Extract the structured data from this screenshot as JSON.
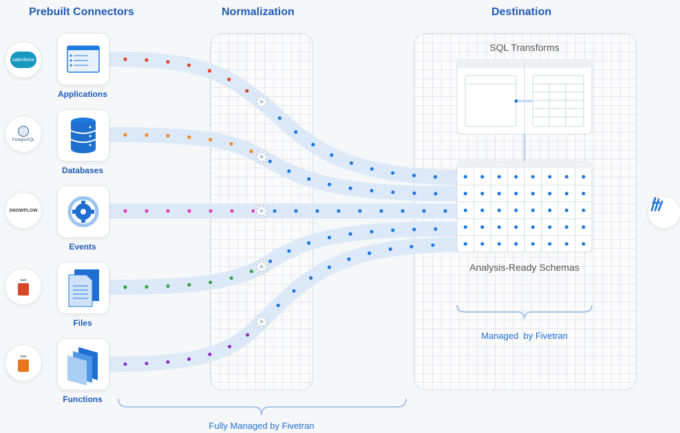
{
  "headers": {
    "prebuilt": "Prebuilt Connectors",
    "normalization": "Normalization",
    "destination": "Destination"
  },
  "sources": [
    {
      "label": "Applications",
      "logo_text": "salesforce",
      "color": "#e2452c"
    },
    {
      "label": "Databases",
      "logo_text": "PostgreSQL",
      "color": "#f08a24"
    },
    {
      "label": "Events",
      "logo_text": "SNOWPLOW",
      "color": "#e43cb2"
    },
    {
      "label": "Files",
      "logo_text": "aws",
      "color": "#3aa04a"
    },
    {
      "label": "Functions",
      "logo_text": "aws",
      "color": "#8d33c9"
    }
  ],
  "destination": {
    "sql_transforms": "SQL Transforms",
    "schemas": "Analysis-Ready Schemas",
    "managed": "Managed  by Fivetran"
  },
  "footer": {
    "fully_managed": "Fully Managed by Fivetran"
  },
  "colors": {
    "accent": "#1f5ab8",
    "flow": "#1f7ae0",
    "stream": "#dbe9f8"
  }
}
